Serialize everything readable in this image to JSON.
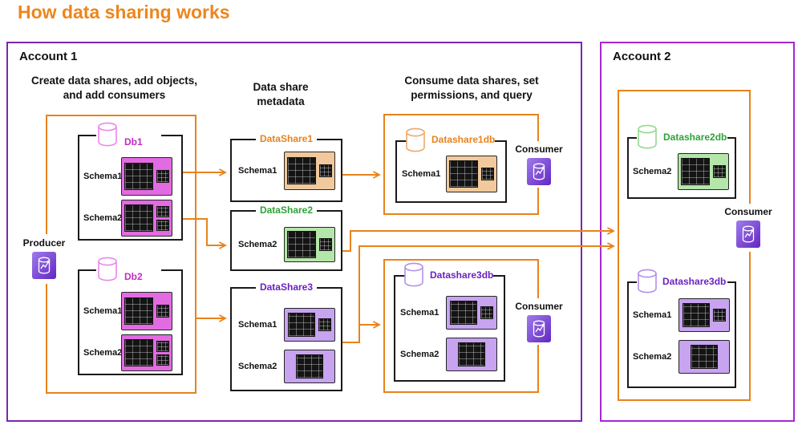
{
  "title": "How data sharing works",
  "colors": {
    "orange": "#E8821C",
    "pink": "#C32BC3",
    "green": "#2EA236",
    "purple": "#6B21C2",
    "account1_border": "#7928AE",
    "account2_border": "#A428D2",
    "table_fill_pink": "#E26BE2",
    "table_fill_tan": "#F1C99C",
    "table_fill_green": "#B4E6A9",
    "table_fill_purple": "#C7A3F0"
  },
  "account1": {
    "label": "Account 1",
    "heading_create": "Create data shares, add objects, and add consumers",
    "heading_metadata": "Data share metadata",
    "heading_consume": "Consume data shares, set permissions, and query",
    "producer": {
      "label": "Producer"
    },
    "databases": [
      {
        "name": "Db1",
        "schemas": [
          "Schema1",
          "Schema2"
        ]
      },
      {
        "name": "Db2",
        "schemas": [
          "Schema1",
          "Schema2"
        ]
      }
    ],
    "datashares": [
      {
        "name": "DataShare1",
        "schemas": [
          "Schema1"
        ]
      },
      {
        "name": "DataShare2",
        "schemas": [
          "Schema2"
        ]
      },
      {
        "name": "DataShare3",
        "schemas": [
          "Schema1",
          "Schema2"
        ]
      }
    ],
    "consumed": [
      {
        "name": "Datashare1db",
        "schemas": [
          "Schema1"
        ],
        "consumer_label": "Consumer"
      },
      {
        "name": "Datashare3db",
        "schemas": [
          "Schema1",
          "Schema2"
        ],
        "consumer_label": "Consumer"
      }
    ]
  },
  "account2": {
    "label": "Account 2",
    "consumer": {
      "label": "Consumer"
    },
    "databases": [
      {
        "name": "Datashare2db",
        "schemas": [
          "Schema2"
        ]
      },
      {
        "name": "Datashare3db",
        "schemas": [
          "Schema1",
          "Schema2"
        ]
      }
    ]
  }
}
